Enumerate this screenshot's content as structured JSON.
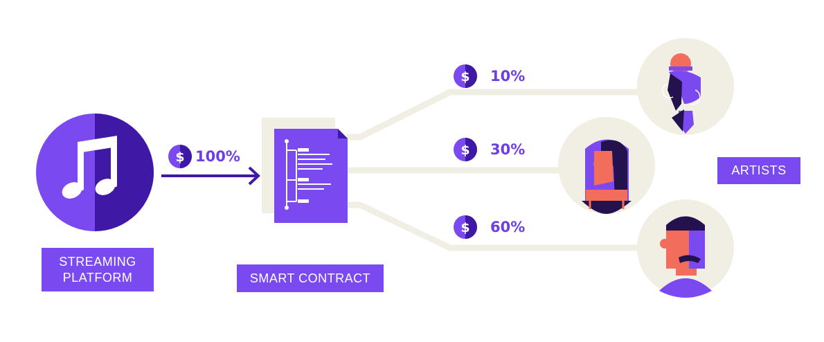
{
  "flow": {
    "input_percent": "100%",
    "outputs": [
      {
        "percent": "10%"
      },
      {
        "percent": "30%"
      },
      {
        "percent": "60%"
      }
    ]
  },
  "labels": {
    "source": "STREAMING\nPLATFORM",
    "contract": "SMART CONTRACT",
    "artists": "ARTISTS"
  },
  "coin_symbol": "$",
  "icons": {
    "source": "music-note-icon",
    "contract": "document-icon",
    "artists": [
      "artist-avatar-woman-bun",
      "artist-avatar-woman-long-hair",
      "artist-avatar-man-mustache"
    ]
  },
  "colors": {
    "purple": "#7a4af0",
    "dark_purple": "#3f19a6",
    "coral": "#f26d5b",
    "cream": "#f1eee4",
    "navy": "#24124f"
  }
}
